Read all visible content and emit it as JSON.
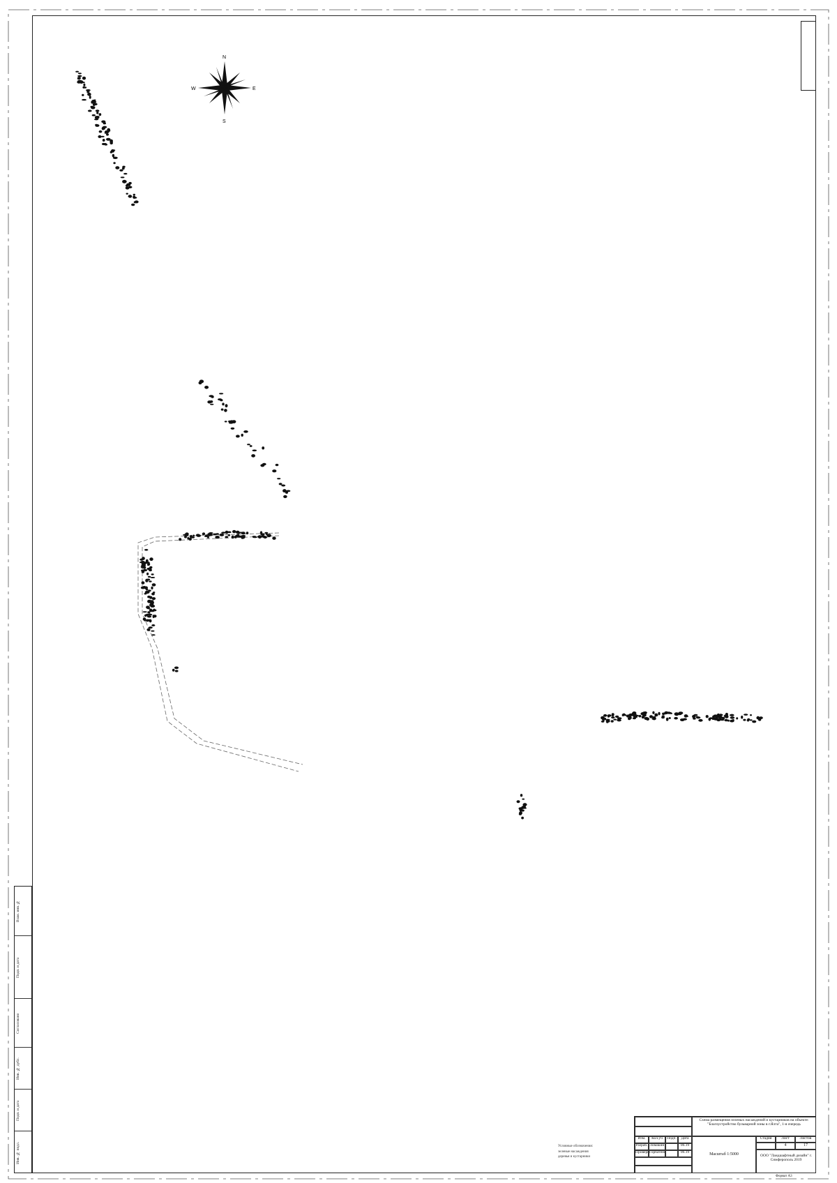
{
  "compass": {
    "north": "N",
    "south": "S",
    "east": "E",
    "west": "W"
  },
  "title_block": {
    "title": "Схема размещения зеленых насаждений и кустарников на объекте: \"Благоустройство бульварной зоны в г.Ялта\", 1-я очередь",
    "scale": "Масштаб 1:5000",
    "stage_header": "Стадия",
    "sheet_header": "Лист",
    "sheets_header": "Листов",
    "sheet_number": "4",
    "sheets_total": "17",
    "organization": "ООО \"Ландшафтный дизайн\" г. Симферополь 2019",
    "format": "Формат А3",
    "roles": [
      {
        "role": "Изм.",
        "name": "Кол.уч",
        "sign": "Подп.",
        "date": "Дата"
      },
      {
        "role": "Разраб.",
        "name": "Ломакин",
        "sign": "",
        "date": "06.19"
      },
      {
        "role": "Проверил",
        "name": "Горбатенко",
        "sign": "",
        "date": "06.19"
      }
    ]
  },
  "side_strip": [
    "Взам. инв. №",
    "Подп. и дата",
    "Инв. № подл.",
    "Инв. № дубл.",
    "Подп. и дата",
    "Согласовано"
  ],
  "note_lines": [
    "Условные обозначения:",
    "зеленые насаждения",
    "деревья и кустарники"
  ]
}
